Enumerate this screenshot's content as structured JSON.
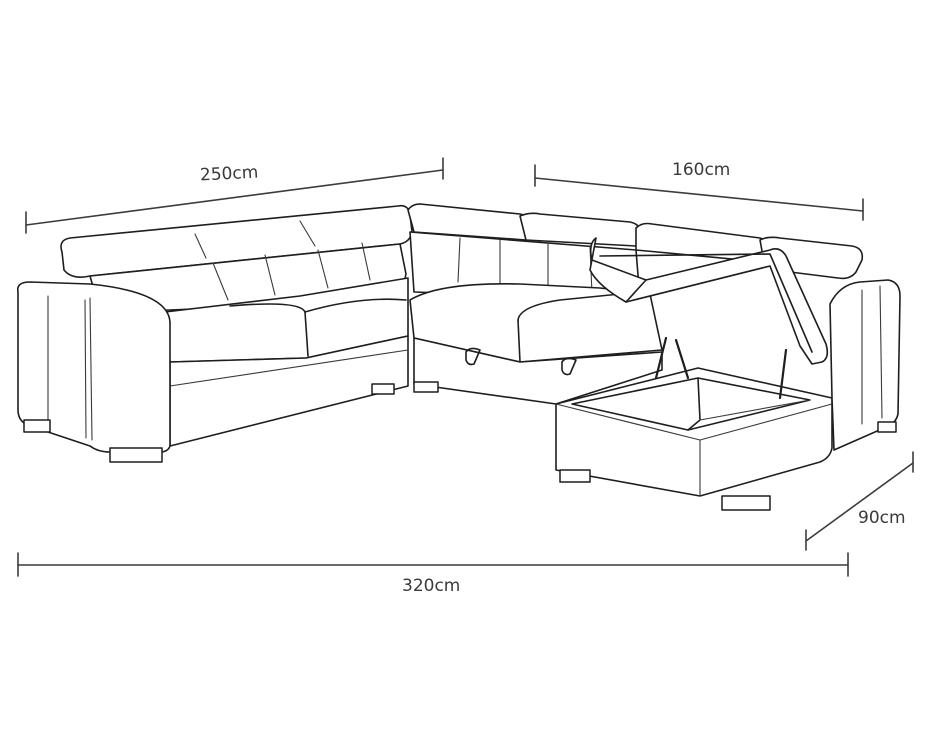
{
  "dimensions": {
    "back_left_width": "250cm",
    "back_right_width": "160cm",
    "total_width": "320cm",
    "chaise_depth": "90cm"
  }
}
